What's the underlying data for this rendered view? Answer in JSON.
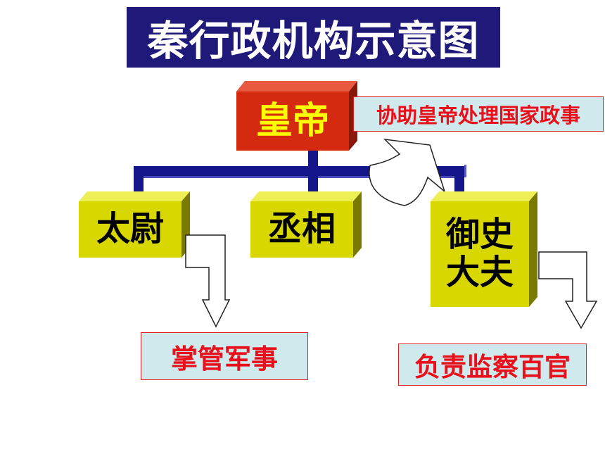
{
  "title": "秦行政机构示意图",
  "emperor": {
    "label": "皇帝",
    "note": "协助皇帝处理国家政事"
  },
  "officials": [
    {
      "label": "太尉",
      "duty": "掌管军事"
    },
    {
      "label": "丞相"
    },
    {
      "label": "御史大夫",
      "label_lines": [
        "御史",
        "大夫"
      ],
      "duty": "负责监察百官"
    }
  ],
  "colors": {
    "title_bg": "#1f1a7a",
    "emperor_box": "#d42a10",
    "emperor_text": "#ffff00",
    "official_box": "#d8d800",
    "connector": "#15158a",
    "note_text": "#e8101a",
    "note_bg": "#cfe9ec"
  }
}
